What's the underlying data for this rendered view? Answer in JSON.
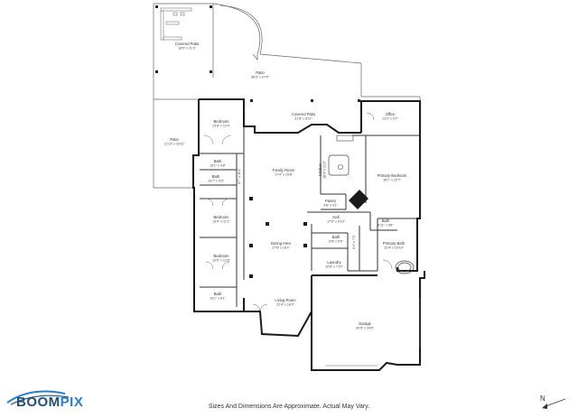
{
  "rooms": [
    {
      "id": "covered-patio-top",
      "name": "Covered Patio",
      "dim": "18'5\" x 21'3\""
    },
    {
      "id": "patio-top",
      "name": "Patio",
      "dim": "58'3\" x 27'4\""
    },
    {
      "id": "covered-patio-mid",
      "name": "Covered Patio",
      "dim": "31'8\" x 8'11\""
    },
    {
      "id": "office",
      "name": "Office",
      "dim": "13'3\" x 9'7\""
    },
    {
      "id": "bedroom-1",
      "name": "Bedroom",
      "dim": "13'8\" x 12'4\""
    },
    {
      "id": "patio-left",
      "name": "Patio",
      "dim": "11'10\" x 23'11\""
    },
    {
      "id": "kitchen",
      "name": "Kitchen",
      "dim": "18'3\" x 12'2\""
    },
    {
      "id": "family-room",
      "name": "Family Room",
      "dim": "17'4\" x 15'8\""
    },
    {
      "id": "primary-bedroom",
      "name": "Primary Bedroom",
      "dim": "16'1\" x 22'7\""
    },
    {
      "id": "bath-1",
      "name": "Bath",
      "dim": "10'1\" x 4'8\""
    },
    {
      "id": "bath-2",
      "name": "Bath",
      "dim": "10'7\" x 4'9\""
    },
    {
      "id": "hallway",
      "name": "",
      "dim": "5'7\" x 11'1\""
    },
    {
      "id": "pantry",
      "name": "Pantry",
      "dim": "4'8\" x 4'1\""
    },
    {
      "id": "hall",
      "name": "Hall",
      "dim": "17'0\" x 9'10\""
    },
    {
      "id": "bath-primary-wc",
      "name": "Bath",
      "dim": "4'11\" x 5'8\""
    },
    {
      "id": "bedroom-2",
      "name": "Bedroom",
      "dim": "13'9\" x 11'1\""
    },
    {
      "id": "bath-3",
      "name": "Bath",
      "dim": "8'8\" x 5'9\""
    },
    {
      "id": "closet",
      "name": "",
      "dim": "6'4\" x 7'3\""
    },
    {
      "id": "primary-bath",
      "name": "Primary Bath",
      "dim": "12'4\" x 16'10\""
    },
    {
      "id": "dining-area",
      "name": "Dining Area",
      "dim": "17'8\" x 18'2\""
    },
    {
      "id": "bedroom-3",
      "name": "Bedroom",
      "dim": "13'6\" x 12'8\""
    },
    {
      "id": "laundry",
      "name": "Laundry",
      "dim": "10'8\" x 7'10\""
    },
    {
      "id": "bath-4",
      "name": "Bath",
      "dim": "10'1\" x 6'1\""
    },
    {
      "id": "living-room",
      "name": "Living Room",
      "dim": "22'4\" x 18'3\""
    },
    {
      "id": "garage",
      "name": "Garage",
      "dim": "30'6\" x 24'6\""
    }
  ],
  "disclaimer": "Sizes And Dimensions Are Approximate. Actual May Vary.",
  "logo": {
    "part1": "BOOM",
    "part2": "PIX"
  },
  "north_label": "N",
  "colors": {
    "wall": "#1a1a1a",
    "thin_wall": "#555555",
    "logo_dark": "#1f4e79",
    "logo_light": "#2a7fc9"
  }
}
